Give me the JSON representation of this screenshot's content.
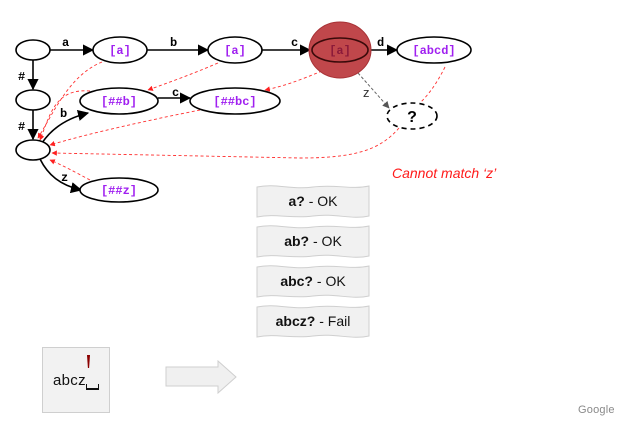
{
  "diagram": {
    "nodes": [
      {
        "id": "root",
        "label": ""
      },
      {
        "id": "hash1",
        "label": ""
      },
      {
        "id": "hash2",
        "label": ""
      },
      {
        "id": "a1",
        "label": "[a]"
      },
      {
        "id": "ab",
        "label": "[a]"
      },
      {
        "id": "abc",
        "label": "[a]",
        "state": "current"
      },
      {
        "id": "abcd",
        "label": "[abcd]"
      },
      {
        "id": "hb",
        "label": "[##b]"
      },
      {
        "id": "hbc",
        "label": "[##bc]"
      },
      {
        "id": "hz",
        "label": "[##z]"
      },
      {
        "id": "unknown",
        "label": "?",
        "state": "missing"
      }
    ],
    "edges": [
      {
        "from": "root",
        "to": "a1",
        "label": "a"
      },
      {
        "from": "a1",
        "to": "ab",
        "label": "b"
      },
      {
        "from": "ab",
        "to": "abc",
        "label": "c"
      },
      {
        "from": "abc",
        "to": "abcd",
        "label": "d"
      },
      {
        "from": "root",
        "to": "hash1",
        "label": "#"
      },
      {
        "from": "hash1",
        "to": "hash2",
        "label": "#"
      },
      {
        "from": "hash2",
        "to": "hb",
        "label": "b"
      },
      {
        "from": "hb",
        "to": "hbc",
        "label": "c"
      },
      {
        "from": "hash2",
        "to": "hz",
        "label": "z"
      },
      {
        "from": "abc",
        "to": "unknown",
        "label": "z",
        "style": "dashed-gray"
      }
    ],
    "failure_links": [
      {
        "from": "a1",
        "to": "hash2"
      },
      {
        "from": "ab",
        "to": "hb"
      },
      {
        "from": "abc",
        "to": "hbc"
      },
      {
        "from": "hb",
        "to": "hash2"
      },
      {
        "from": "hbc",
        "to": "hash2"
      },
      {
        "from": "hz",
        "to": "hash2"
      },
      {
        "from": "abcd",
        "to": "unknown"
      },
      {
        "from": "unknown",
        "to": "hash2"
      }
    ],
    "colors": {
      "node_label": "#a020f0",
      "current_node_fill": "#c0474b",
      "current_node_label": "#8b1a3a",
      "failure_link": "#ff3030",
      "note": "#ff1a1a"
    }
  },
  "note": "Cannot match ‘z’",
  "results": [
    {
      "query": "a?",
      "status": "- OK"
    },
    {
      "query": "ab?",
      "status": "- OK"
    },
    {
      "query": "abc?",
      "status": "- OK"
    },
    {
      "query": "abcz?",
      "status": "- Fail"
    }
  ],
  "input": {
    "text": "abcz"
  },
  "arrow_icon": "right-arrow-icon",
  "brand": "Google"
}
